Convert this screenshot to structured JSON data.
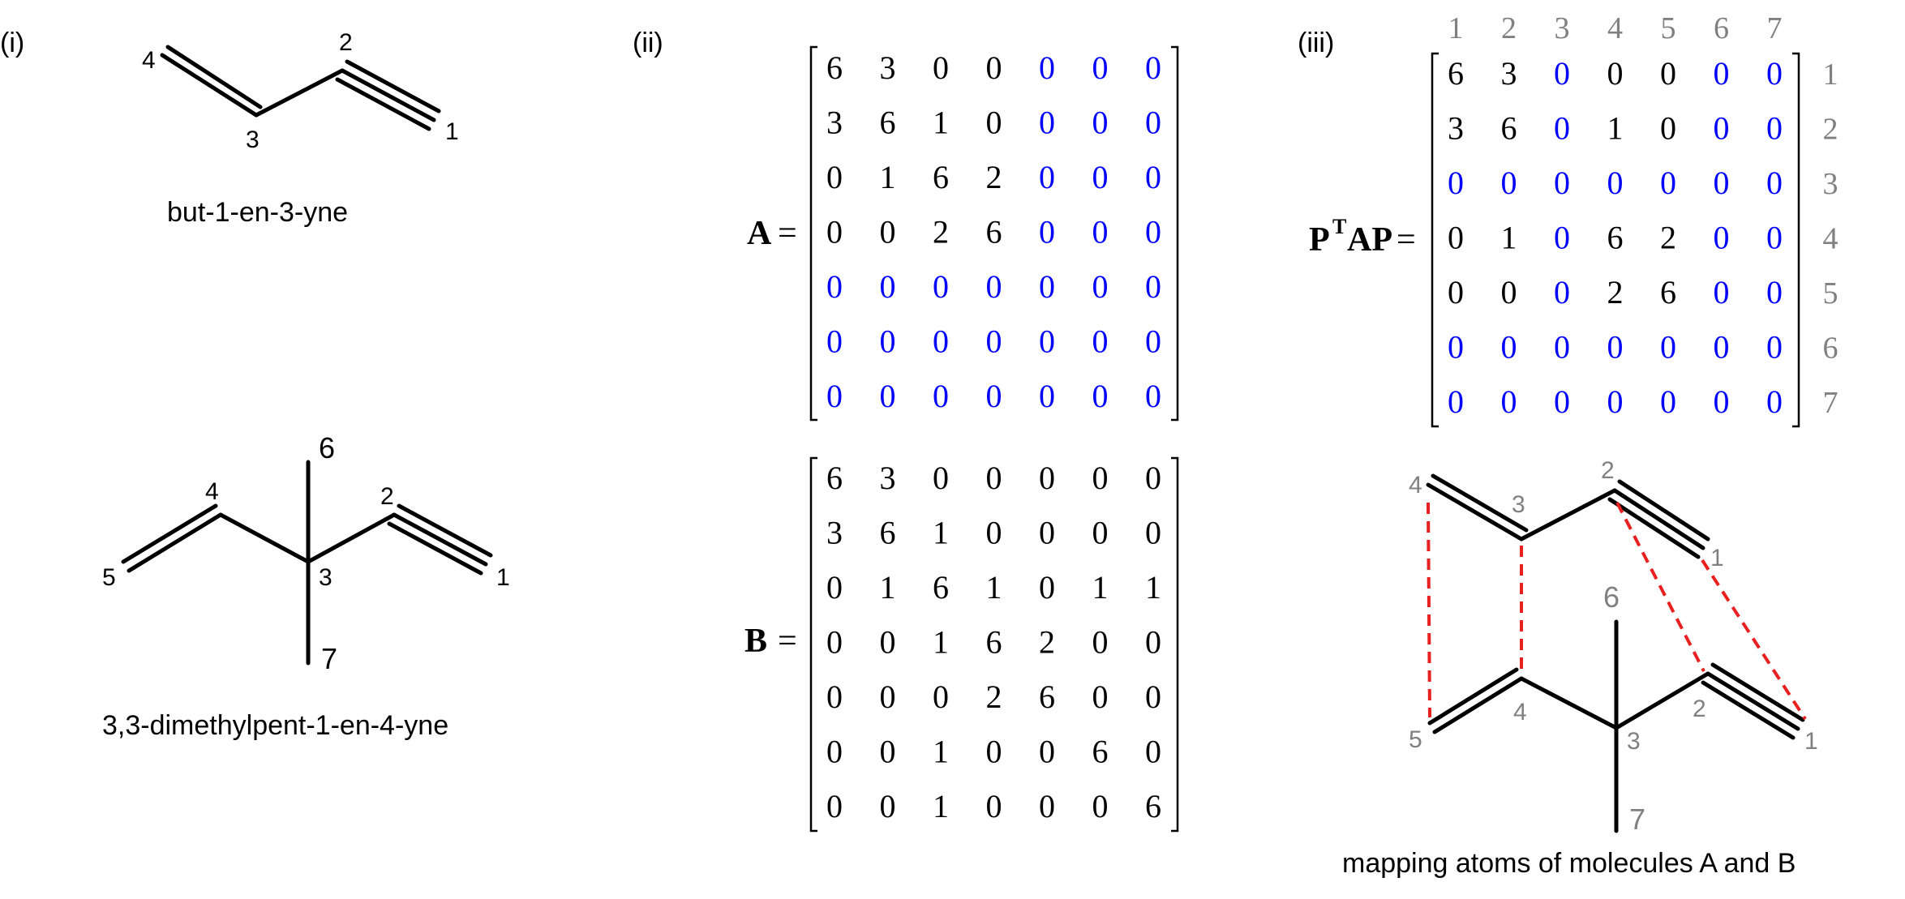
{
  "colors": {
    "ink": "#000000",
    "padded": "#0000ff",
    "index": "#808080",
    "mapping": "#e82020"
  },
  "panels": {
    "i": {
      "label": "(i)"
    },
    "ii": {
      "label": "(ii)"
    },
    "iii": {
      "label": "(iii)"
    }
  },
  "molecule_a": {
    "name": "but-1-en-3-yne",
    "atoms": [
      "4",
      "2",
      "3",
      "1"
    ]
  },
  "molecule_b": {
    "name": "3,3-dimethylpent-1-en-4-yne",
    "atoms": [
      "6",
      "4",
      "2",
      "5",
      "3",
      "1",
      "7"
    ]
  },
  "matrix_a": {
    "name": "A",
    "eq": "=",
    "rows": [
      [
        "6",
        "3",
        "0",
        "0",
        "0",
        "0",
        "0"
      ],
      [
        "3",
        "6",
        "1",
        "0",
        "0",
        "0",
        "0"
      ],
      [
        "0",
        "1",
        "6",
        "2",
        "0",
        "0",
        "0"
      ],
      [
        "0",
        "0",
        "2",
        "6",
        "0",
        "0",
        "0"
      ],
      [
        "0",
        "0",
        "0",
        "0",
        "0",
        "0",
        "0"
      ],
      [
        "0",
        "0",
        "0",
        "0",
        "0",
        "0",
        "0"
      ],
      [
        "0",
        "0",
        "0",
        "0",
        "0",
        "0",
        "0"
      ]
    ],
    "padded": [
      [
        0,
        0,
        0,
        0,
        1,
        1,
        1
      ],
      [
        0,
        0,
        0,
        0,
        1,
        1,
        1
      ],
      [
        0,
        0,
        0,
        0,
        1,
        1,
        1
      ],
      [
        0,
        0,
        0,
        0,
        1,
        1,
        1
      ],
      [
        1,
        1,
        1,
        1,
        1,
        1,
        1
      ],
      [
        1,
        1,
        1,
        1,
        1,
        1,
        1
      ],
      [
        1,
        1,
        1,
        1,
        1,
        1,
        1
      ]
    ]
  },
  "matrix_b": {
    "name": "B",
    "eq": "=",
    "rows": [
      [
        "6",
        "3",
        "0",
        "0",
        "0",
        "0",
        "0"
      ],
      [
        "3",
        "6",
        "1",
        "0",
        "0",
        "0",
        "0"
      ],
      [
        "0",
        "1",
        "6",
        "1",
        "0",
        "1",
        "1"
      ],
      [
        "0",
        "0",
        "1",
        "6",
        "2",
        "0",
        "0"
      ],
      [
        "0",
        "0",
        "0",
        "2",
        "6",
        "0",
        "0"
      ],
      [
        "0",
        "0",
        "1",
        "0",
        "0",
        "6",
        "0"
      ],
      [
        "0",
        "0",
        "1",
        "0",
        "0",
        "0",
        "6"
      ]
    ]
  },
  "matrix_ptap": {
    "p": "P",
    "sup": "T",
    "ap": "AP",
    "eq": "=",
    "col_indices": [
      "1",
      "2",
      "3",
      "4",
      "5",
      "6",
      "7"
    ],
    "row_indices": [
      "1",
      "2",
      "3",
      "4",
      "5",
      "6",
      "7"
    ],
    "rows": [
      [
        "6",
        "3",
        "0",
        "0",
        "0",
        "0",
        "0"
      ],
      [
        "3",
        "6",
        "0",
        "1",
        "0",
        "0",
        "0"
      ],
      [
        "0",
        "0",
        "0",
        "0",
        "0",
        "0",
        "0"
      ],
      [
        "0",
        "1",
        "0",
        "6",
        "2",
        "0",
        "0"
      ],
      [
        "0",
        "0",
        "0",
        "2",
        "6",
        "0",
        "0"
      ],
      [
        "0",
        "0",
        "0",
        "0",
        "0",
        "0",
        "0"
      ],
      [
        "0",
        "0",
        "0",
        "0",
        "0",
        "0",
        "0"
      ]
    ],
    "padded": [
      [
        0,
        0,
        1,
        0,
        0,
        1,
        1
      ],
      [
        0,
        0,
        1,
        0,
        0,
        1,
        1
      ],
      [
        1,
        1,
        1,
        1,
        1,
        1,
        1
      ],
      [
        0,
        0,
        1,
        0,
        0,
        1,
        1
      ],
      [
        0,
        0,
        1,
        0,
        0,
        1,
        1
      ],
      [
        1,
        1,
        1,
        1,
        1,
        1,
        1
      ],
      [
        1,
        1,
        1,
        1,
        1,
        1,
        1
      ]
    ]
  },
  "mapping": {
    "top_atoms": [
      "4",
      "3",
      "2",
      "1"
    ],
    "bottom_atoms": [
      "6",
      "5",
      "4",
      "3",
      "2",
      "1",
      "7"
    ],
    "caption": "mapping atoms of molecules A and B"
  }
}
